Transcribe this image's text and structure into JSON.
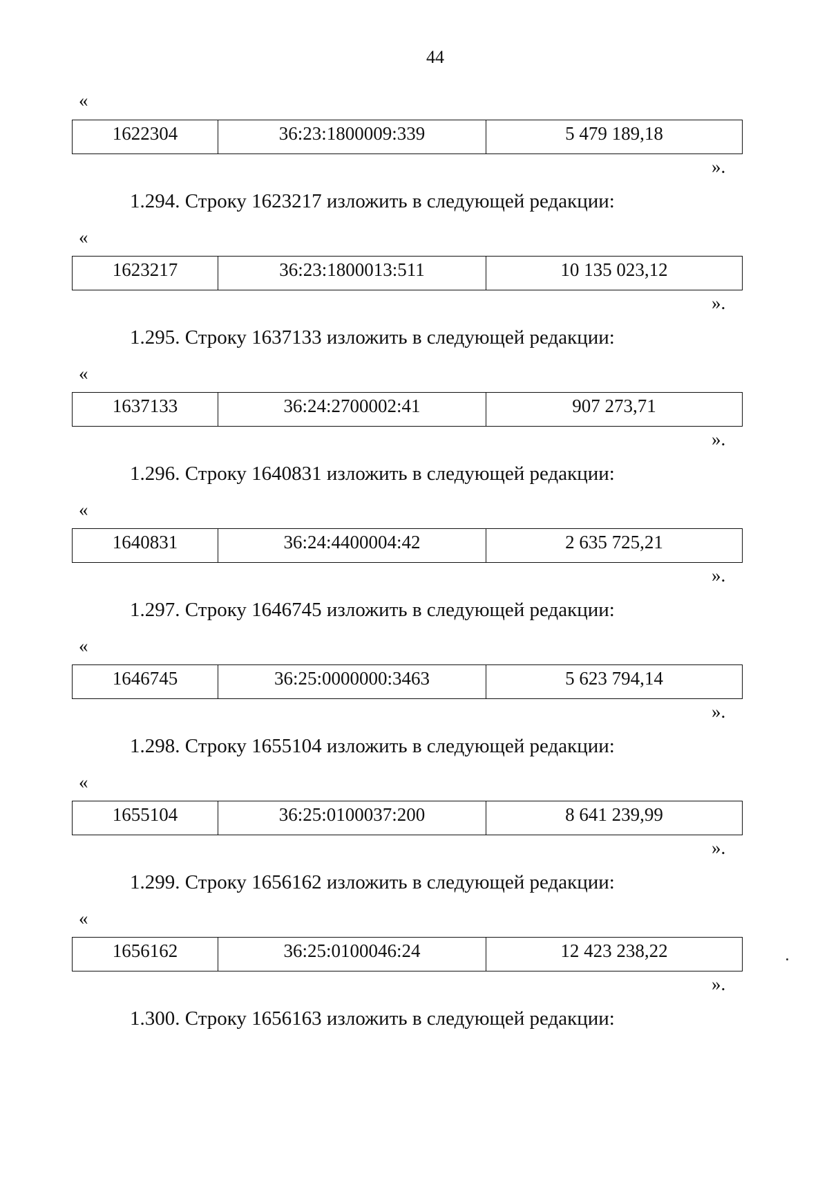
{
  "page_number": "44",
  "quote_open": "«",
  "quote_close": "».",
  "tables": [
    {
      "code": "1622304",
      "cadastral": "36:23:1800009:339",
      "value": "5 479 189,18"
    },
    {
      "code": "1623217",
      "cadastral": "36:23:1800013:511",
      "value": "10 135 023,12"
    },
    {
      "code": "1637133",
      "cadastral": "36:24:2700002:41",
      "value": "907 273,71"
    },
    {
      "code": "1640831",
      "cadastral": "36:24:4400004:42",
      "value": "2 635 725,21"
    },
    {
      "code": "1646745",
      "cadastral": "36:25:0000000:3463",
      "value": "5 623 794,14"
    },
    {
      "code": "1655104",
      "cadastral": "36:25:0100037:200",
      "value": "8 641 239,99"
    },
    {
      "code": "1656162",
      "cadastral": "36:25:0100046:24",
      "value": "12 423 238,22"
    }
  ],
  "instructions": [
    "1.294. Строку 1623217 изложить в следующей редакции:",
    "1.295. Строку 1637133 изложить в следующей редакции:",
    "1.296. Строку 1640831 изложить в следующей редакции:",
    "1.297. Строку 1646745 изложить в следующей редакции:",
    "1.298. Строку 1655104 изложить в следующей редакции:",
    "1.299. Строку 1656162 изложить в следующей редакции:",
    "1.300. Строку 1656163 изложить в следующей редакции:"
  ]
}
